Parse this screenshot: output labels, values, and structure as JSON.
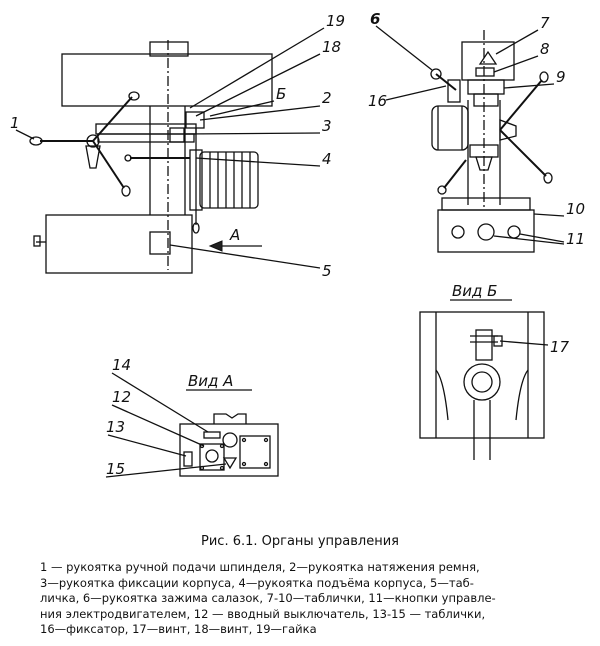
{
  "labels": {
    "n1": "1",
    "n2": "2",
    "n3": "3",
    "n4": "4",
    "n5": "5",
    "n6": "6",
    "n7": "7",
    "n8": "8",
    "n9": "9",
    "n10": "10",
    "n11": "11",
    "n12": "12",
    "n13": "13",
    "n14": "14",
    "n15": "15",
    "n16": "16",
    "n17": "17",
    "n18": "18",
    "n19": "19",
    "b": "Б",
    "a": "А"
  },
  "views": {
    "view_a": "Вид А",
    "view_b": "Вид Б"
  },
  "caption": "Рис. 6.1. Органы управления",
  "legend_lines": [
    "1 — рукоятка ручной подачи шпинделя, 2—рукоятка натяжения ремня,",
    "3—рукоятка фиксации корпуса, 4—рукоятка подъёма корпуса, 5—таб-",
    "личка, 6—рукоятка зажима салазок, 7-10—таблички, 11—кнопки управле-",
    "ния электродвигателем, 12 — вводный выключатель, 13-15 — таблички,",
    "16—фиксатор, 17—винт, 18—винт, 19—гайка"
  ]
}
